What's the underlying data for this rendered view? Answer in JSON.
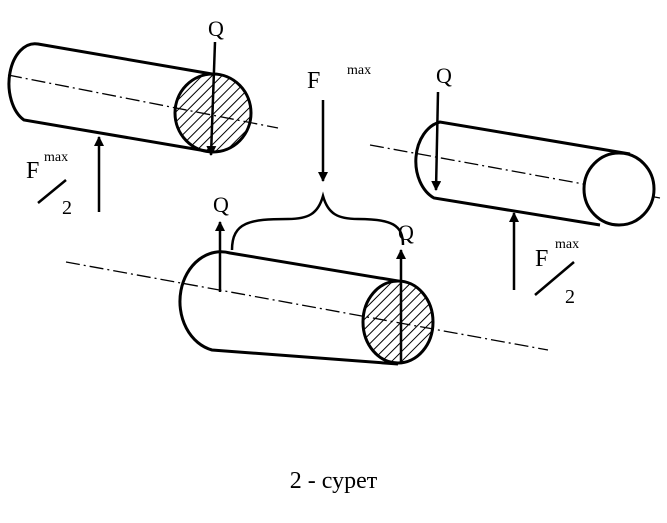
{
  "labels": {
    "q_left": "Q",
    "f_top": "F",
    "f_top_sup": "max",
    "q_right": "Q",
    "f_left": "F",
    "f_left_sup": "max",
    "f_left_den": "2",
    "q_mid_left": "Q",
    "q_mid_right": "Q",
    "f_right": "F",
    "f_right_sup": "max",
    "f_right_den": "2"
  },
  "caption": "2 - сурет",
  "colors": {
    "ink": "#000000",
    "background": "#ffffff"
  }
}
